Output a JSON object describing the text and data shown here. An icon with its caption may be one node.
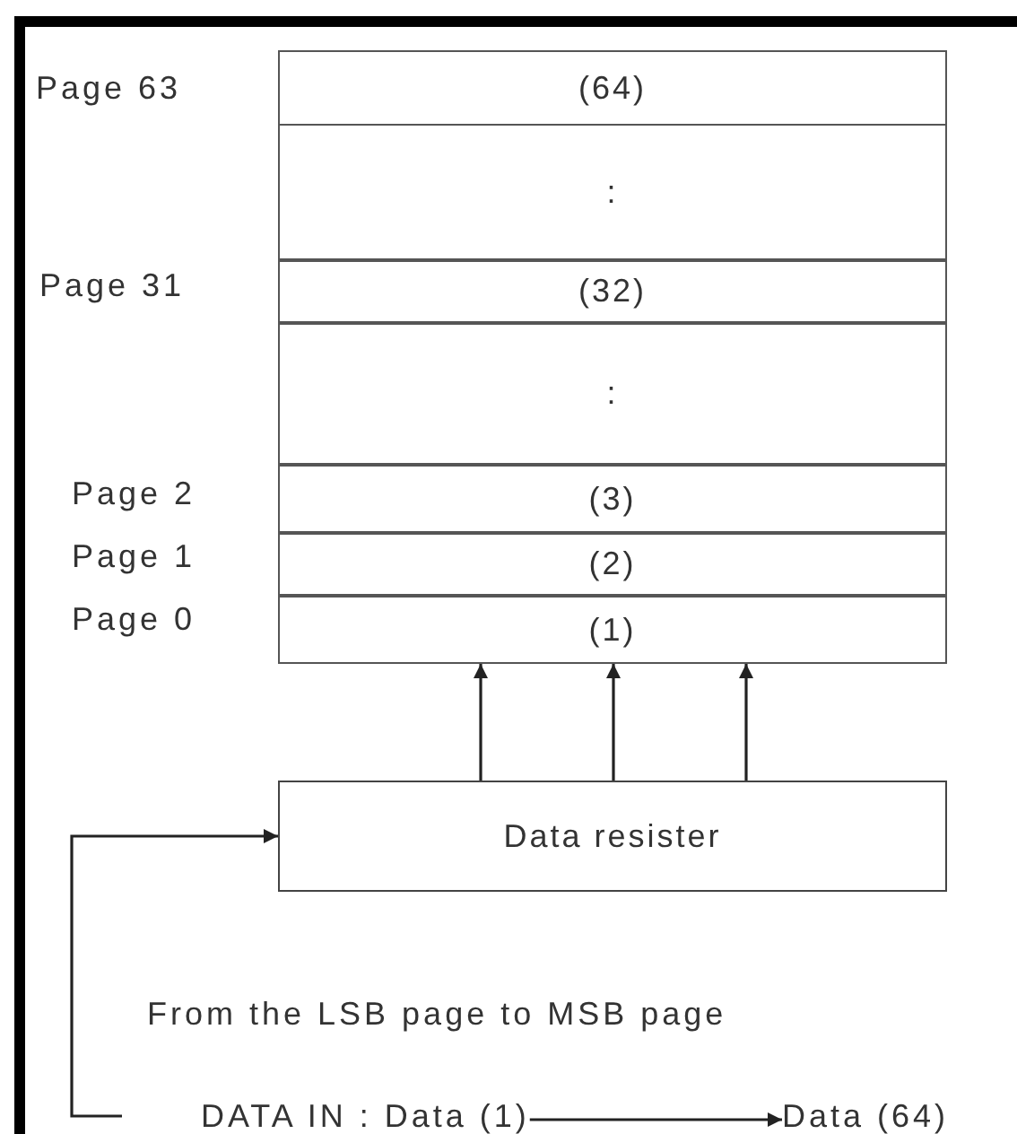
{
  "diagram": {
    "nodes": [
      {
        "text": [
          "(64)"
        ]
      },
      {
        "text": [
          ":"
        ]
      },
      {
        "text": [
          "(32)"
        ]
      },
      {
        "text": [
          ":"
        ]
      },
      {
        "text": [
          "(3)"
        ]
      },
      {
        "text": [
          "(2)"
        ]
      },
      {
        "text": [
          "(1)"
        ]
      },
      {
        "text": [
          "Data resister"
        ]
      },
      {
        "text": [
          "DATA IN : Data (1)"
        ]
      },
      {
        "text": [
          "Data (64)"
        ]
      }
    ],
    "edges": [
      {
        "from": 7,
        "to": 6,
        "arrow": "to"
      },
      {
        "from": 7,
        "to": 6,
        "arrow": "to"
      },
      {
        "from": 7,
        "to": 6,
        "arrow": "to"
      },
      {
        "from": null,
        "to": 7,
        "arrow": "to"
      },
      {
        "from": 8,
        "to": 9,
        "arrow": "to"
      }
    ],
    "labels": [
      "Page 63",
      "Page 31",
      "Page 2",
      "Page 1",
      "Page 0",
      "From the LSB page to MSB page"
    ]
  }
}
